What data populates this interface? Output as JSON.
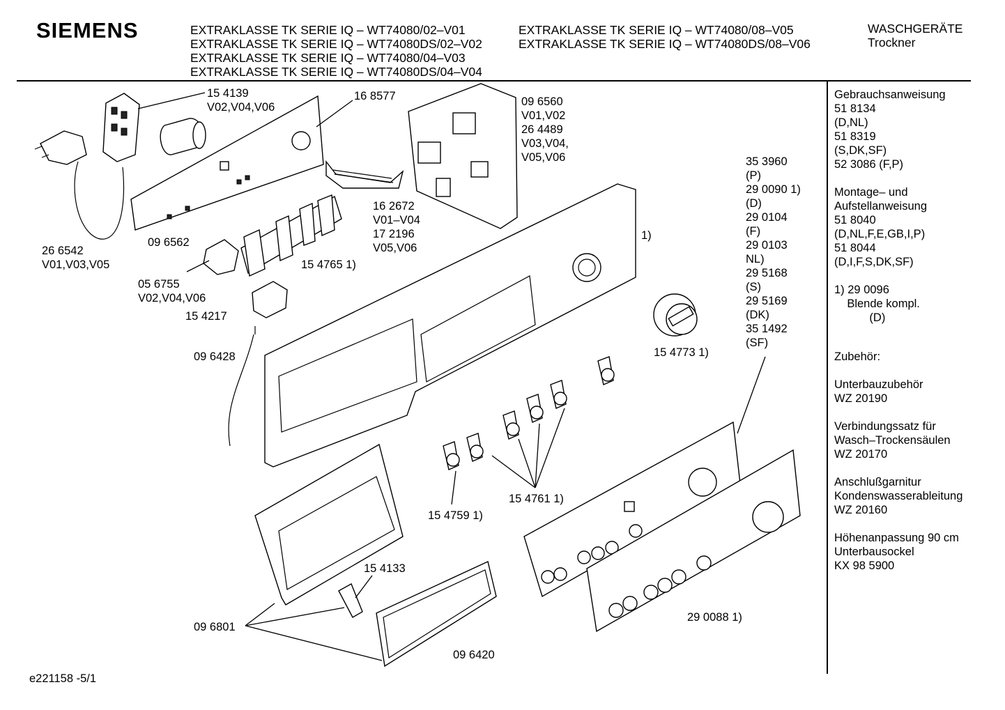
{
  "brand": "SIEMENS",
  "header": {
    "models_col1": [
      "EXTRAKLASSE TK SERIE IQ – WT74080/02–V01",
      "EXTRAKLASSE TK SERIE IQ – WT74080DS/02–V02",
      "EXTRAKLASSE TK SERIE IQ – WT74080/04–V03",
      "EXTRAKLASSE TK SERIE IQ – WT74080DS/04–V04"
    ],
    "models_col2": [
      "EXTRAKLASSE TK SERIE IQ – WT74080/08–V05",
      "EXTRAKLASSE TK SERIE IQ – WT74080DS/08–V06"
    ],
    "category": "WASCHGERÄTE",
    "subcategory": "Trockner"
  },
  "parts": {
    "p154139": [
      "15 4139",
      "V02,V04,V06"
    ],
    "p168577": [
      "16 8577"
    ],
    "p096560": [
      "09 6560",
      "V01,V02",
      "26 4489",
      "V03,V04,",
      "V05,V06"
    ],
    "p266542": [
      "26 6542",
      "V01,V03,V05"
    ],
    "p096562": [
      "09 6562"
    ],
    "p162672": [
      "16 2672",
      "V01–V04",
      "17 2196",
      "V05,V06"
    ],
    "p154765": [
      "15 4765 1)"
    ],
    "p056755": [
      "05 6755",
      "V02,V04,V06"
    ],
    "p154217": [
      "15 4217"
    ],
    "p096428": [
      "09 6428"
    ],
    "p353960": [
      "35 3960",
      "(P)",
      "29 0090 1)",
      "(D)",
      "29 0104",
      "(F)",
      "29 0103",
      "NL)",
      "29 5168",
      "(S)",
      "29 5169",
      "(DK)",
      "35 1492",
      "(SF)"
    ],
    "p_note1": [
      "1)"
    ],
    "p154773": [
      "15 4773 1)"
    ],
    "p154759": [
      "15 4759 1)"
    ],
    "p154761": [
      "15 4761 1)"
    ],
    "p154133": [
      "15 4133"
    ],
    "p096801": [
      "09 6801"
    ],
    "p096420": [
      "09 6420"
    ],
    "p290088": [
      "29 0088 1)"
    ]
  },
  "sidebar": [
    [
      "Gebrauchsanweisung",
      "51 8134",
      "(D,NL)",
      "51 8319",
      "(S,DK,SF)",
      "52 3086 (F,P)"
    ],
    [
      "Montage– und",
      "Aufstellanweisung",
      "51 8040",
      "(D,NL,F,E,GB,I,P)",
      "51 8044",
      "(D,I,F,S,DK,SF)"
    ],
    [
      "1) 29 0096",
      "    Blende kompl.",
      "           (D)"
    ],
    [
      "Zubehör:"
    ],
    [
      "Unterbauzubehör",
      "WZ 20190"
    ],
    [
      "Verbindungssatz für",
      "Wasch–Trockensäulen",
      "WZ 20170"
    ],
    [
      "Anschlußgarnitur",
      "Kondenswasserableitung",
      "WZ 20160"
    ],
    [
      "Höhenanpassung 90 cm",
      "Unterbausockel",
      "KX 98 5900"
    ]
  ],
  "footer": {
    "doc_id": "e221158 -5/1"
  }
}
